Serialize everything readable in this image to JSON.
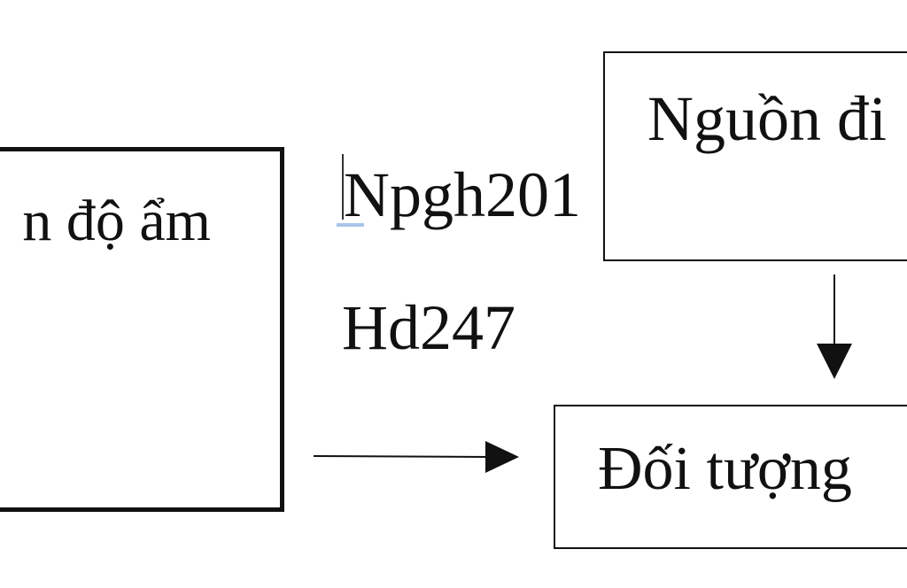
{
  "diagram": {
    "box_left": {
      "label": "n độ ẩm"
    },
    "box_top_right": {
      "label": "Nguồn đi"
    },
    "box_bottom_right": {
      "label": "Đối tượng"
    },
    "free_text": {
      "line1": "Npgh201",
      "line2": "Hd247"
    },
    "colors": {
      "stroke": "#111111",
      "background": "#ffffff",
      "cursor_underline": "#a9c4e8"
    }
  }
}
